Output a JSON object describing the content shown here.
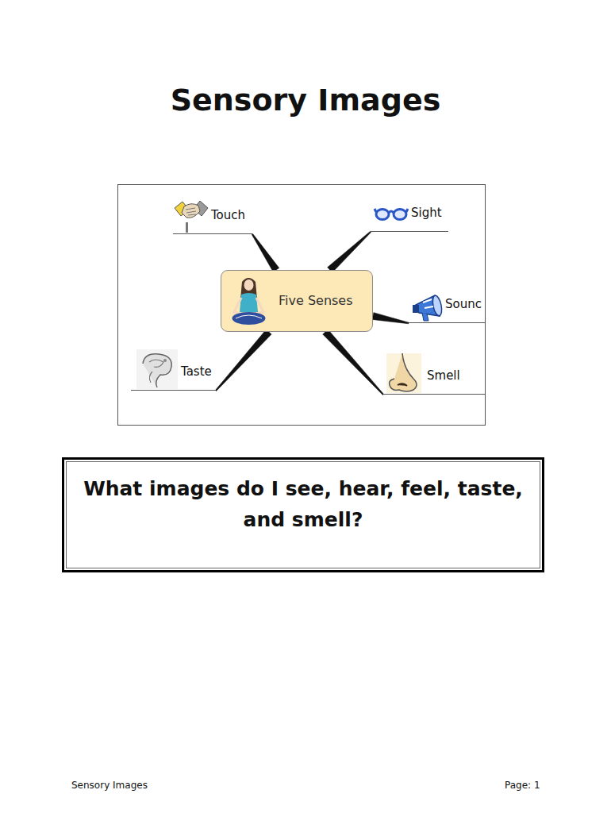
{
  "diagram": {
    "title": "Sensory Images",
    "nodes": [
      {
        "text": [
          "Touch"
        ]
      },
      {
        "text": [
          "Sight"
        ]
      },
      {
        "text": [
          "Five Senses"
        ]
      },
      {
        "text": [
          "Sounc"
        ]
      },
      {
        "text": [
          "Taste"
        ]
      },
      {
        "text": [
          "Smell"
        ]
      },
      {
        "text": [
          "What images do I see, hear, feel, taste, and smell?"
        ]
      }
    ],
    "edges": [
      {
        "from": 2,
        "to": 0,
        "arrow": "none"
      },
      {
        "from": 2,
        "to": 1,
        "arrow": "none"
      },
      {
        "from": 2,
        "to": 3,
        "arrow": "none"
      },
      {
        "from": 2,
        "to": 4,
        "arrow": "none"
      },
      {
        "from": 2,
        "to": 5,
        "arrow": "none"
      }
    ],
    "labels": [
      "Sensory Images",
      "Page: 1"
    ]
  }
}
